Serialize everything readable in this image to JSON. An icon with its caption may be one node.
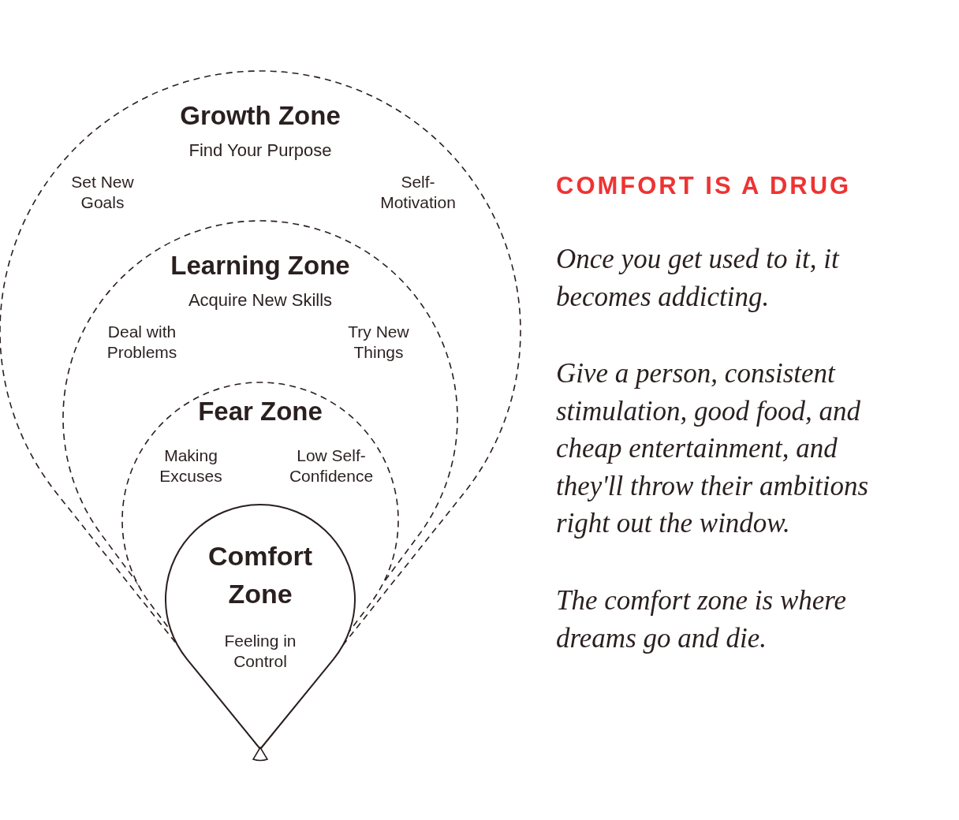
{
  "diagram": {
    "title": "COMFORT IS A DRUG",
    "nodes": [
      {
        "text": [
          "Growth Zone",
          "Find Your Purpose",
          "Set New Goals",
          "Self- Motivation"
        ]
      },
      {
        "text": [
          "Learning Zone",
          "Acquire New Skills",
          "Deal with Problems",
          "Try New Things"
        ],
        "in": 0
      },
      {
        "text": [
          "Fear Zone",
          "Making Excuses",
          "Low Self- Confidence"
        ],
        "in": 1
      },
      {
        "text": [
          "Comfort Zone",
          "Feeling in Control"
        ],
        "in": 2
      }
    ],
    "labels": [
      "Once you get used to it, it becomes addicting.",
      "Give a person, consistent stimulation, good food, and cheap entertainment, and they'll throw their ambitions right out the window.",
      "The comfort zone is where dreams go and die."
    ]
  }
}
